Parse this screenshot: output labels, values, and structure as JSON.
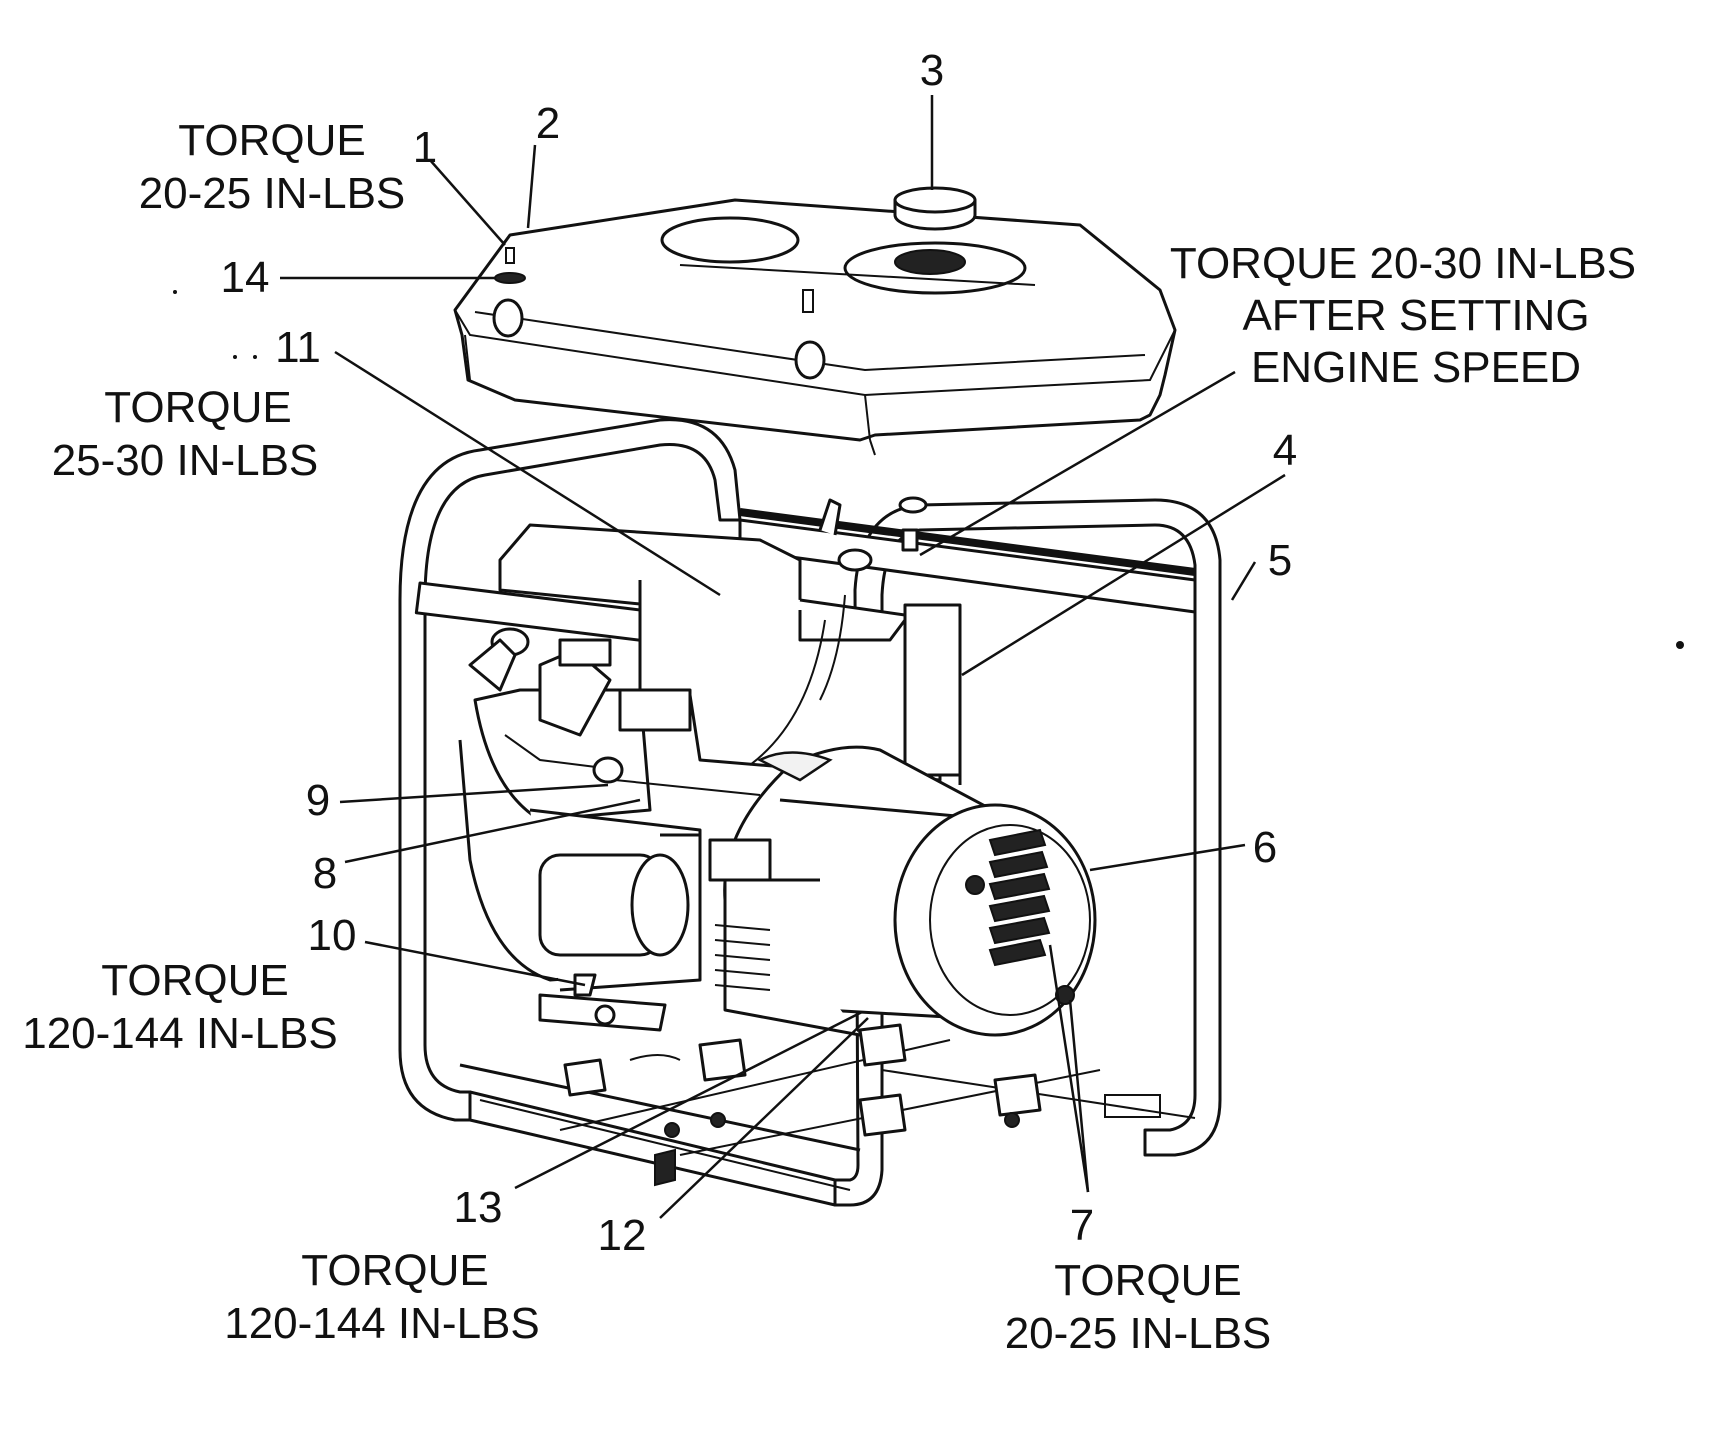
{
  "callouts": [
    {
      "id": "1",
      "label": "1"
    },
    {
      "id": "2",
      "label": "2"
    },
    {
      "id": "3",
      "label": "3"
    },
    {
      "id": "4",
      "label": "4"
    },
    {
      "id": "5",
      "label": "5"
    },
    {
      "id": "6",
      "label": "6"
    },
    {
      "id": "7",
      "label": "7"
    },
    {
      "id": "8",
      "label": "8"
    },
    {
      "id": "9",
      "label": "9"
    },
    {
      "id": "10",
      "label": "10"
    },
    {
      "id": "11",
      "label": "11"
    },
    {
      "id": "12",
      "label": "12"
    },
    {
      "id": "13",
      "label": "13"
    },
    {
      "id": "14",
      "label": "14"
    }
  ],
  "torque_notes": {
    "top_left": [
      "TORQUE",
      "20-25 IN-LBS"
    ],
    "upper_right": [
      "TORQUE 20-30 IN-LBS",
      "AFTER SETTING",
      "ENGINE SPEED"
    ],
    "mid_left": [
      "TORQUE",
      "25-30 IN-LBS"
    ],
    "lower_left": [
      "TORQUE",
      "120-144 IN-LBS"
    ],
    "bottom_center": [
      "TORQUE",
      "120-144 IN-LBS"
    ],
    "bottom_right": [
      "TORQUE",
      "20-25 IN-LBS"
    ]
  }
}
